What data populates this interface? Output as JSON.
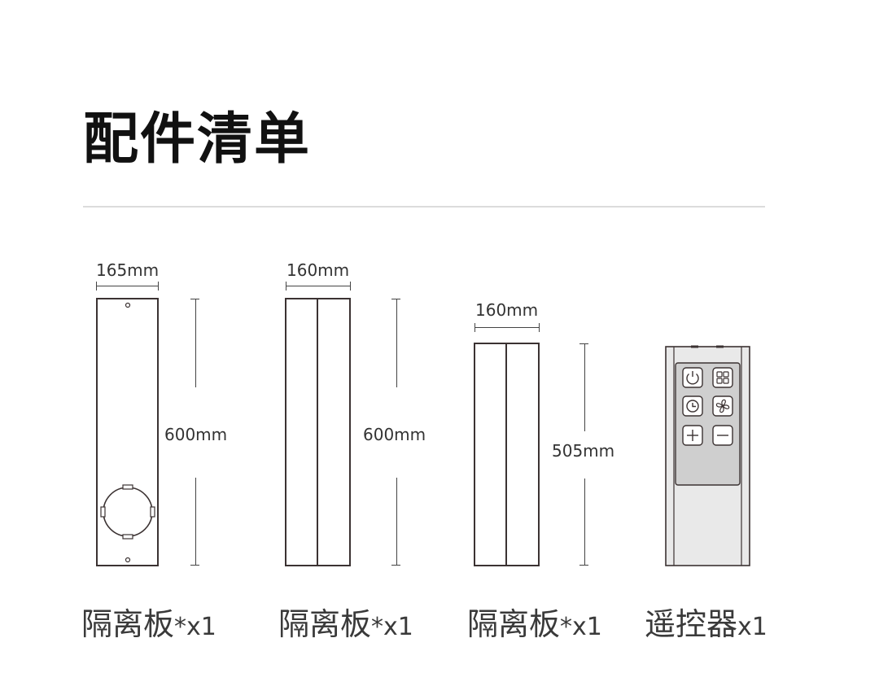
{
  "page": {
    "title": "配件清单"
  },
  "items": [
    {
      "name": "隔离板",
      "qty": "*x1",
      "width_label": "165mm",
      "height_label": "600mm"
    },
    {
      "name": "隔离板",
      "qty": "*x1",
      "width_label": "160mm",
      "height_label": "600mm"
    },
    {
      "name": "隔离板",
      "qty": "*x1",
      "width_label": "160mm",
      "height_label": "505mm"
    },
    {
      "name": "遥控器",
      "qty": "x1"
    }
  ],
  "colors": {
    "outline": "#3b3232",
    "remote_body": "#e9e9e9",
    "remote_screen": "#cfcfcf",
    "divider": "#dcdcdc"
  },
  "remote_buttons": [
    "power-icon",
    "mode-grid-icon",
    "timer-clock-icon",
    "fan-icon",
    "plus-icon",
    "minus-icon"
  ]
}
